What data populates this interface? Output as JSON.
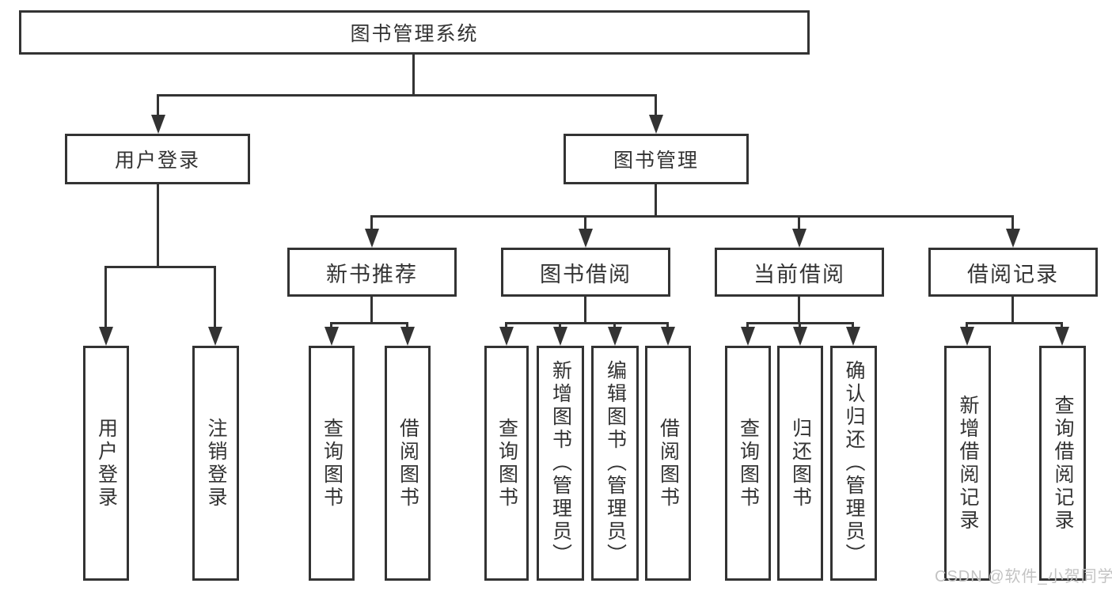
{
  "diagram_title": "图书管理系统",
  "tree": {
    "label": "图书管理系统",
    "children": [
      {
        "label": "用户登录",
        "children": [
          {
            "label": "用户登录"
          },
          {
            "label": "注销登录"
          }
        ]
      },
      {
        "label": "图书管理",
        "children": [
          {
            "label": "新书推荐",
            "children": [
              {
                "label": "查询图书"
              },
              {
                "label": "借阅图书"
              }
            ]
          },
          {
            "label": "图书借阅",
            "children": [
              {
                "label": "查询图书"
              },
              {
                "label": "新增图书（管理员）"
              },
              {
                "label": "编辑图书（管理员）"
              },
              {
                "label": "借阅图书"
              }
            ]
          },
          {
            "label": "当前借阅",
            "children": [
              {
                "label": "查询图书"
              },
              {
                "label": "归还图书"
              },
              {
                "label": "确认归还（管理员）"
              }
            ]
          },
          {
            "label": "借阅记录",
            "children": [
              {
                "label": "新增借阅记录"
              },
              {
                "label": "查询借阅记录"
              }
            ]
          }
        ]
      }
    ]
  },
  "watermark": {
    "text": "CSDN @软件_小贺同学"
  },
  "colors": {
    "line": "#333333",
    "box_border": "#333333",
    "box_background": "#ffffff",
    "text": "#333333",
    "watermark": "#c3c3c3",
    "background": "#ffffff"
  }
}
